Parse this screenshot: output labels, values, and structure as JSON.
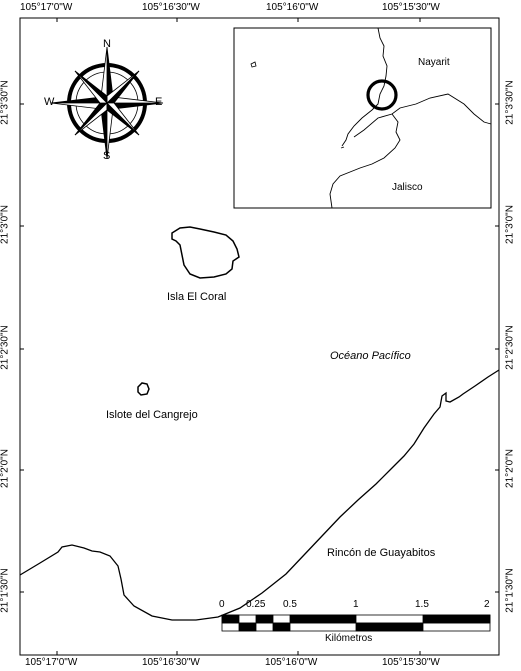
{
  "grid": {
    "top_labels": [
      "105°16'30\"W",
      "105°16'0\"W",
      "105°15'30\"W"
    ],
    "bottom_labels": [
      "105°17'0\"W",
      "105°16'30\"W",
      "105°16'0\"W",
      "105°15'30\"W"
    ],
    "top_left_label": "105°17'0\"W",
    "left_labels": [
      "21°3'30\"N",
      "21°3'0\"N",
      "21°2'30\"N",
      "21°2'0\"N",
      "21°1'30\"N"
    ],
    "right_labels": [
      "21°3'30\"N",
      "21°3'0\"N",
      "21°2'30\"N",
      "21°2'0\"N",
      "21°1'30\"N"
    ]
  },
  "compass": {
    "north": "N",
    "south": "S",
    "east": "E",
    "west": "W"
  },
  "inset": {
    "state_north": "Nayarit",
    "state_south": "Jalisco"
  },
  "places": {
    "island": "Isla El Coral",
    "islet": "Islote del Cangrejo",
    "ocean": "Océano Pacífico",
    "town": "Rincón de Guayabitos"
  },
  "scalebar": {
    "ticks": [
      "0",
      "0.25",
      "0.5",
      "1",
      "1.5",
      "2"
    ],
    "unit": "Kilómetros"
  },
  "colors": {
    "ink": "#000000",
    "paper": "#ffffff"
  }
}
